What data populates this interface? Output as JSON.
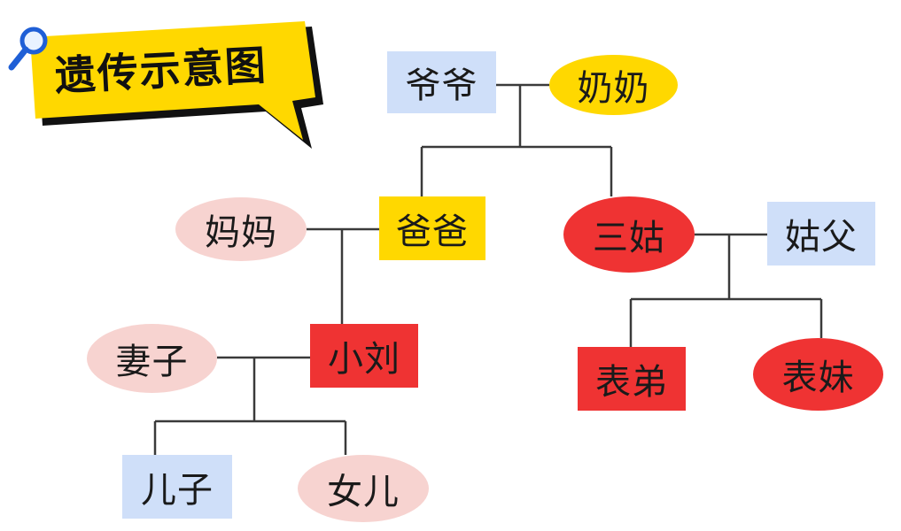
{
  "title": "遗传示意图",
  "icons": {
    "title_icon": "magnifier-icon"
  },
  "colors": {
    "banner": "#ffd800",
    "male_plain": "#cfdff9",
    "female_plain": "#f7d3d0",
    "highlight_yellow": "#ffd800",
    "highlight_red": "#ef3333",
    "line": "#3a3a3a"
  },
  "nodes": {
    "grandpa": "爷爷",
    "grandma": "奶奶",
    "dad": "爸爸",
    "mom": "妈妈",
    "aunt": "三姑",
    "uncle_in_law": "姑父",
    "xiaoliu": "小刘",
    "wife": "妻子",
    "son": "儿子",
    "daughter": "女儿",
    "cousin_m": "表弟",
    "cousin_f": "表妹"
  }
}
